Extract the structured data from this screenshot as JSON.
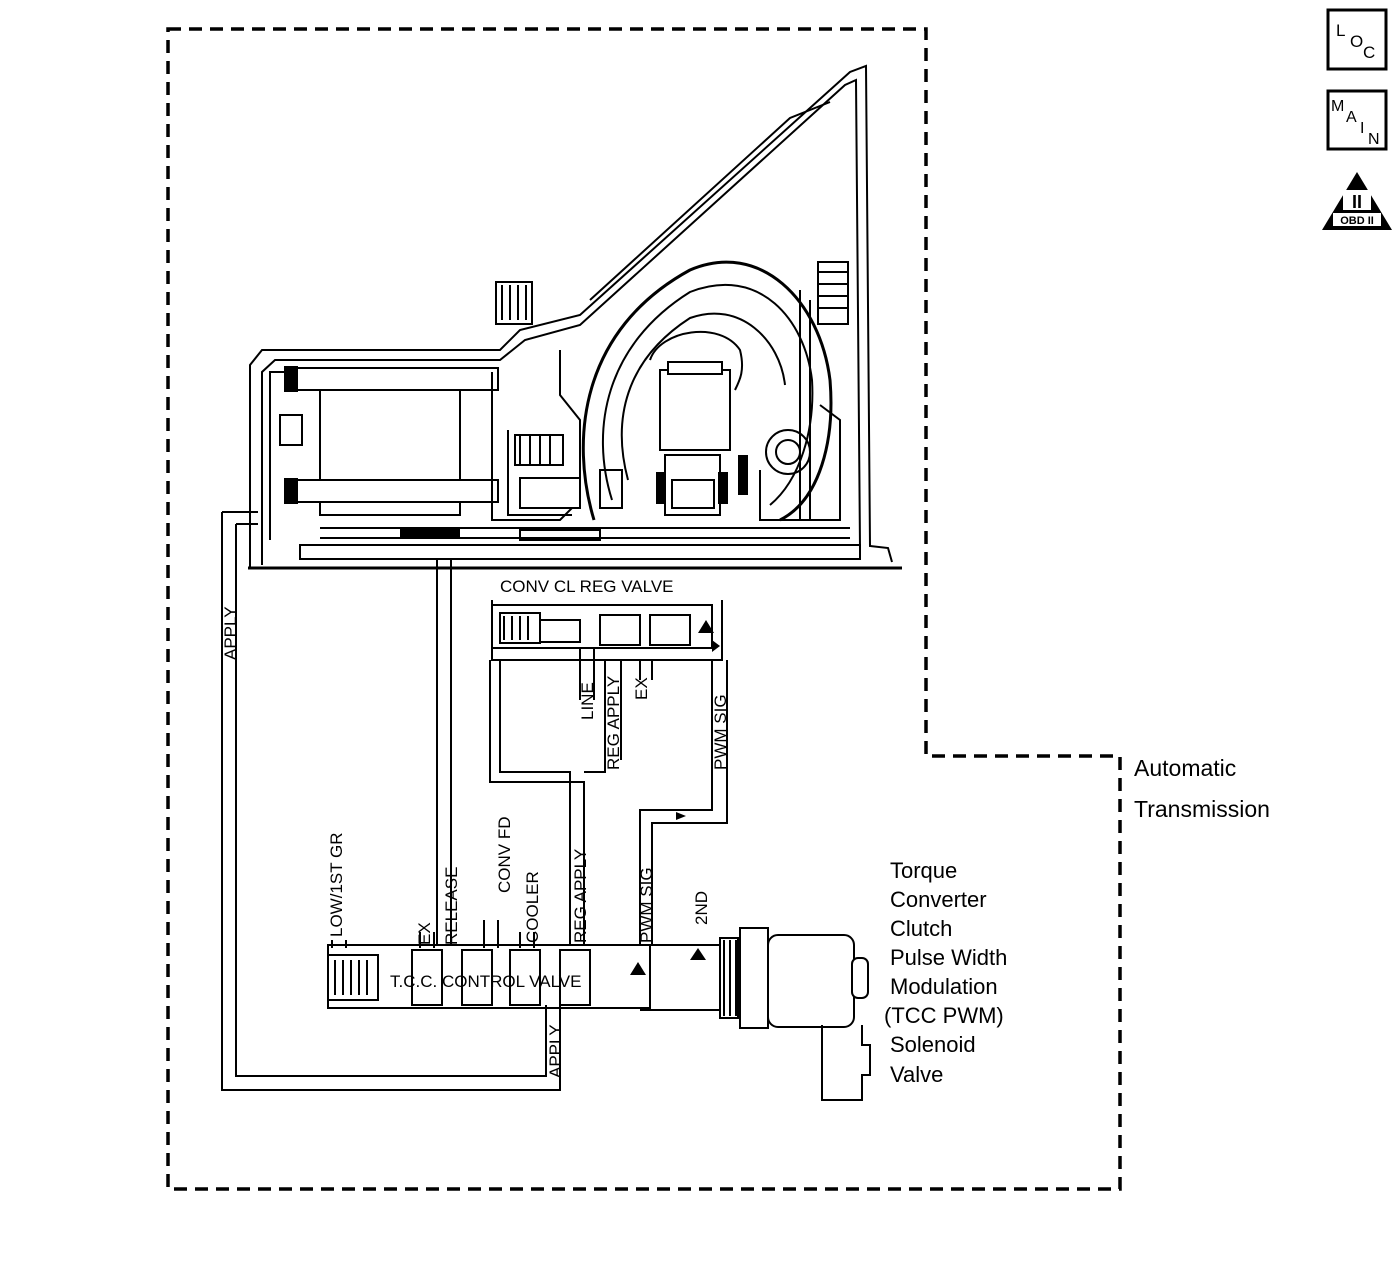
{
  "boundary": {
    "label_line1": "Automatic",
    "label_line2": "Transmission"
  },
  "badges": [
    {
      "name": "loc-badge",
      "letters": [
        "L",
        "O",
        "C"
      ]
    },
    {
      "name": "main-badge",
      "letters": [
        "M",
        "A",
        "I",
        "N"
      ]
    },
    {
      "name": "obd-badge",
      "top": "II",
      "bottom": "OBD II"
    }
  ],
  "conv_cl_reg_valve": {
    "title": "CONV CL REG VALVE",
    "ports": [
      "LINE",
      "REG APPLY",
      "EX",
      "PWM SIG"
    ]
  },
  "tcc_control_valve": {
    "title": "T.C.C. CONTROL VALVE",
    "ports_top": [
      "LOW/1ST GR",
      "EX",
      "RELEASE",
      "CONV FD",
      "COOLER",
      "REG APPLY",
      "PWM SIG",
      "2ND"
    ],
    "port_bottom": "APPLY"
  },
  "apply_line_label": "APPLY",
  "solenoid": {
    "lines": [
      "Torque",
      "Converter",
      "Clutch",
      "Pulse Width",
      "Modulation",
      "(TCC PWM)",
      "Solenoid",
      "Valve"
    ]
  }
}
